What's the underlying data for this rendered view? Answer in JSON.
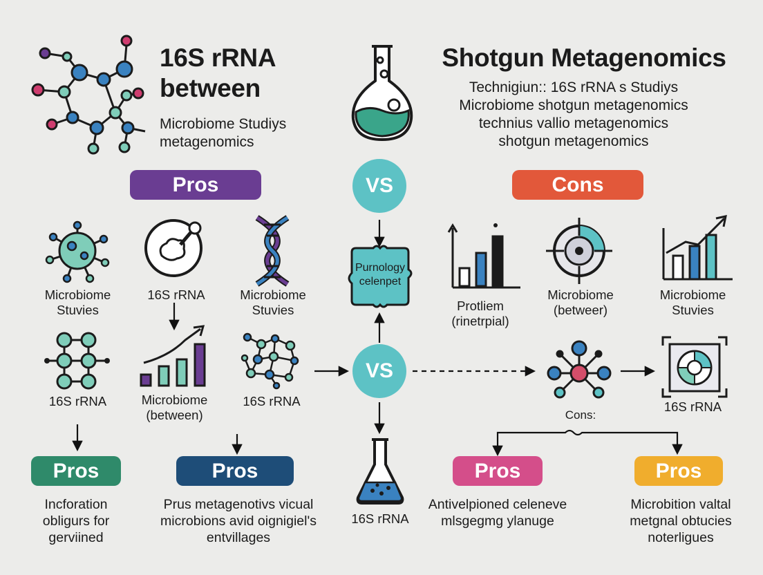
{
  "left_title": {
    "line1": "16S rRNA",
    "line2": "between"
  },
  "left_subtitle": {
    "line1": "Microbiome Studiys",
    "line2": "metagenomics"
  },
  "right_title": "Shotgun Metagenomics",
  "right_subtitle": [
    "Technigiun:: 16S rRNA s Studiys",
    "Microbiome shotgun metagenomics",
    "technius vallio metagenomics",
    "shotgun metagenomics"
  ],
  "pills": {
    "pros_top": "Pros",
    "cons_top": "Cons",
    "pros_green": "Pros",
    "pros_navy": "Pros",
    "pros_pink": "Pros",
    "pros_yellow": "Pros"
  },
  "vs": {
    "top": "VS",
    "middle": "VS"
  },
  "center_box": {
    "line1": "Purnology",
    "line2": "celenpet"
  },
  "labels": {
    "microbiome_stuvies_1": {
      "line1": "Microbiome",
      "line2": "Stuvies"
    },
    "rrna_1": "16S rRNA",
    "microbiome_stuvies_2": {
      "line1": "Microbiome",
      "line2": "Stuvies"
    },
    "rrna_2": "16S rRNA",
    "microbiome_between_1": {
      "line1": "Microbiome",
      "line2": "(between)"
    },
    "rrna_3": "16S rRNA",
    "rrna_center": "16S rRNA",
    "protliem": {
      "line1": "Protliem",
      "line2": "(rinetrpial)"
    },
    "microbiome_between_2": {
      "line1": "Microbiome",
      "line2": "(betweer)"
    },
    "microbiome_stuvies_3": {
      "line1": "Microbiome",
      "line2": "Stuvies"
    },
    "rrna_right": "16S rRNA",
    "cons_small": "Cons:"
  },
  "descriptions": {
    "green": [
      "Incforation",
      "obligurs for",
      "gerviined"
    ],
    "navy": [
      "Prus metagenotivs vicual",
      "microbions avid oignigiel's",
      "entvillages"
    ],
    "pink": [
      "Antivelpioned celeneve",
      "mlsgegmg ylanuge"
    ],
    "yellow": [
      "Microbition valtal",
      "metgnal obtucies",
      "noterligues"
    ]
  },
  "colors": {
    "purple": "#6a3d92",
    "orange_red": "#e2583a",
    "teal": "#5dc2c5",
    "green": "#2f8a6a",
    "navy": "#1e4d78",
    "pink": "#d44e8a",
    "yellow": "#f0ad2d",
    "node_blue": "#3a82c0",
    "node_teal": "#7fcdb9"
  },
  "icons": [
    "molecule-icon",
    "flask-icon",
    "microbe-icon",
    "magnifier-icon",
    "dna-icon",
    "network-icon",
    "bar-chart-up-icon",
    "network-cluster-icon",
    "flask-small-icon",
    "bar-chart-icon",
    "target-icon",
    "growth-chart-icon",
    "hub-network-icon",
    "pie-frame-icon"
  ]
}
